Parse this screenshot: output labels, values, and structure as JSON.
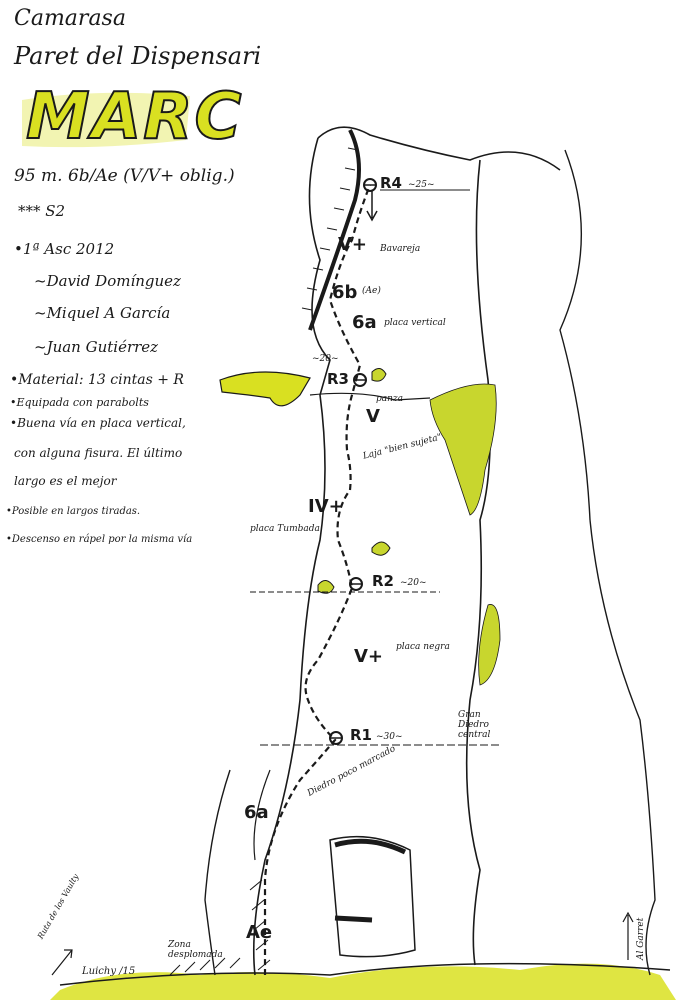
{
  "header": {
    "location": "Camarasa",
    "wall": "Paret del Dispensari",
    "route_name": "MARC",
    "grade_line": "95 m. 6b/Ae (V/V+ oblig.)",
    "rating": "*** S2"
  },
  "notes": {
    "first_ascent": "•1ª Asc 2012",
    "climbers": [
      "~David Domínguez",
      "~Miquel A García",
      "~Juan Gutiérrez"
    ],
    "lines": [
      "•Material: 13 cintas + R",
      "•Equipada con parabolts",
      "•Buena vía en placa vertical,",
      "con alguna fisura. El último",
      "largo es el mejor",
      "•Posible en largos tiradas.",
      "•Descenso en rápel por la misma vía"
    ]
  },
  "topo": {
    "belays": [
      {
        "id": "R4",
        "label": "R4",
        "length_label": "~25~"
      },
      {
        "id": "R3",
        "label": "R3",
        "length_label": "~20~"
      },
      {
        "id": "R2",
        "label": "R2",
        "length_label": "~20~"
      },
      {
        "id": "R1",
        "label": "R1",
        "length_label": "~30~"
      }
    ],
    "grades": [
      {
        "id": "v-plus-top",
        "label": "V+",
        "note": "Bavareja"
      },
      {
        "id": "6b-upper",
        "label": "6b",
        "note": "(Ae)"
      },
      {
        "id": "6a-upper",
        "label": "6a",
        "note": "placa vertical"
      },
      {
        "id": "v-below-r3",
        "label": "V",
        "note": ""
      },
      {
        "id": "iv-plus",
        "label": "IV+",
        "note": "placa Tumbada"
      },
      {
        "id": "v-plus-mid",
        "label": "V+",
        "note": "placa negra"
      },
      {
        "id": "6a-lower",
        "label": "6a",
        "note": "Diedro poco marcado"
      },
      {
        "id": "ae-base",
        "label": "Ae",
        "note": ""
      }
    ],
    "annotations": {
      "ledge": "panza",
      "flake": "Laja \"bien sujeta\"",
      "dihedral": "Gran Diedro central",
      "overhang_zone": "Zona desplomada",
      "left_arrow": "Ruta de los Vaulty",
      "right_arrow": "Al Garret",
      "signature": "Luichy /15"
    },
    "colors": {
      "ink": "#1a1a1a",
      "vegetation": "#c8d62e",
      "title_fill": "#d9e021"
    }
  }
}
